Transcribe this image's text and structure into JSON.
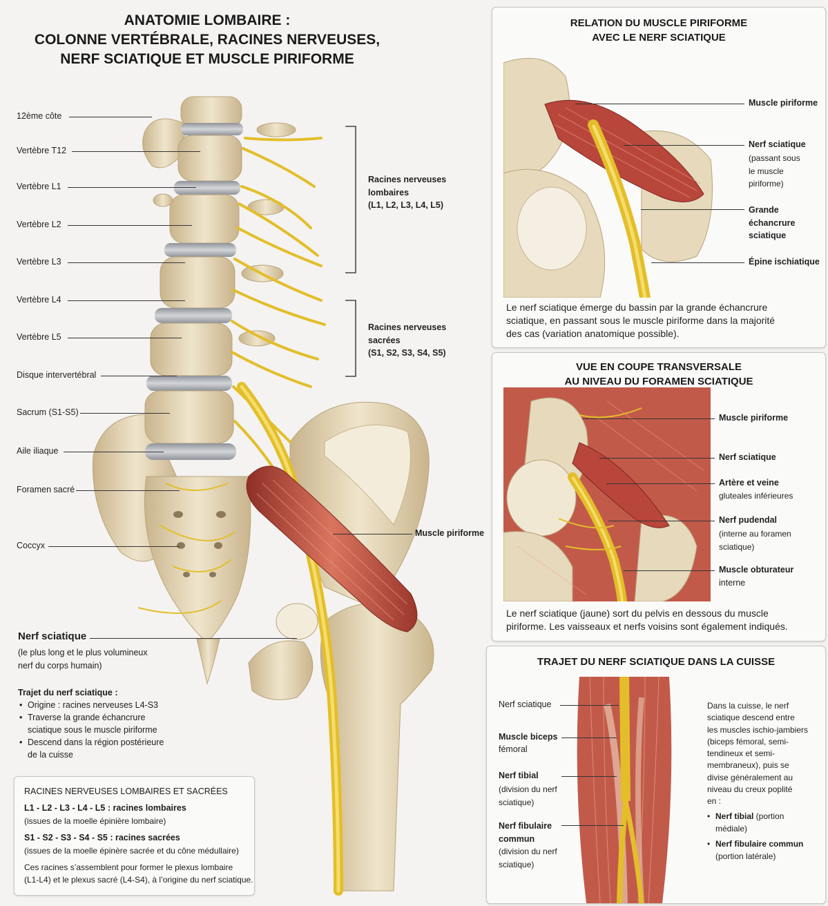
{
  "title": {
    "line1": "ANATOMIE LOMBAIRE :",
    "line2": "COLONNE VERTÉBRALE, RACINES NERVEUSES,",
    "line3": "NERF SCIATIQUE ET MUSCLE PIRIFORME"
  },
  "main_labels": {
    "rib12": "12ème côte",
    "t12": "Vertèbre T12",
    "l1": "Vertèbre L1",
    "l2": "Vertèbre L2",
    "l3": "Vertèbre L3",
    "l4": "Vertèbre L4",
    "l5": "Vertèbre L5",
    "disc": "Disque intervertébral",
    "sacrum": "Sacrum (S1-S5)",
    "iliac": "Aile iliaque",
    "foramen": "Foramen sacré",
    "coccyx": "Coccyx",
    "piriformis": "Muscle piriforme",
    "lumbar_roots": {
      "l1": "Racines nerveuses",
      "l2": "lombaires",
      "l3": "(L1, L2, L3, L4, L5)"
    },
    "sacral_roots": {
      "l1": "Racines nerveuses",
      "l2": "sacrées",
      "l3": "(S1, S2, S3, S4, S5)"
    }
  },
  "sciatic_note": {
    "title": "Nerf sciatique",
    "sub1": "(le plus long et le plus volumineux",
    "sub2": "nerf du corps humain)",
    "path_title": "Trajet du nerf sciatique :",
    "bullets": [
      "Origine : racines nerveuses L4-S3",
      "Traverse la grande échancrure",
      "sciatique sous le muscle piriforme",
      "Descend dans la région postérieure",
      "de la cuisse"
    ]
  },
  "roots_box": {
    "heading": "RACINES NERVEUSES LOMBAIRES ET SACRÉES",
    "lumbar_title": "L1 - L2 - L3 - L4 - L5 : racines lombaires",
    "lumbar_sub": "(issues de la moelle épinière lombaire)",
    "sacral_title": "S1 - S2 - S3 - S4 - S5 : racines sacrées",
    "sacral_sub": "(issues de la moelle épinère sacrée et du cône médullaire)",
    "note1": "Ces racines s’assemblent pour former le plexus lombaire",
    "note2": "(L1-L4) et le plexus sacré (L4-S4), à l’origine du nerf sciatique."
  },
  "panel1": {
    "title1": "RELATION DU MUSCLE PIRIFORME",
    "title2": "AVEC LE NERF SCIATIQUE",
    "labels": {
      "piriformis": "Muscle piriforme",
      "sciatic": "Nerf sciatique",
      "sciatic_sub": "(passant sous\nle muscle\npiriforme)",
      "notch": "Grande\néchancrure\nsciatique",
      "spine": "Épine ischiatique"
    },
    "desc1": "Le nerf sciatique émerge du bassin par la grande échancrure",
    "desc2": "sciatique, en passant sous le muscle piriforme dans la majorité",
    "desc3": "des cas (variation anatomique possible)."
  },
  "panel2": {
    "title1": "VUE EN COUPE TRANSVERSALE",
    "title2": "AU NIVEAU DU FORAMEN SCIATIQUE",
    "labels": {
      "piriformis": "Muscle piriforme",
      "sciatic": "Nerf sciatique",
      "artery": "Artère et veine",
      "artery_sub": "gluteales inférieures",
      "pudendal": "Nerf pudendal",
      "pudendal_sub": "(interne au foramen\nsciatique)",
      "obturator": "Muscle obturateur",
      "obturator_sub": "interne"
    },
    "desc1": "Le nerf sciatique (jaune) sort du pelvis en dessous du muscle",
    "desc2": "piriforme. Les vaisseaux et nerfs voisins sont également indiqués."
  },
  "panel3": {
    "title": "TRAJET DU NERF SCIATIQUE DANS LA CUISSE",
    "labels": {
      "sciatic": "Nerf sciatique",
      "biceps": "Muscle biceps",
      "biceps_sub": "fémoral",
      "tibial": "Nerf tibial",
      "tibial_sub": "(division du nerf\nsciatique)",
      "fibular": "Nerf fibulaire\ncommun",
      "fibular_sub": "(division du nerf\nsciatique)"
    },
    "desc": "Dans la cuisse, le nerf\nsciatique descend entre\nles muscles ischio-jambiers\n(biceps fémoral, semi-\ntendineux et semi-\nmembraneux), puis se\ndivise généralement au\nniveau du creux poplité\nen :",
    "bullet1_b": "Nerf tibial",
    "bullet1_r": " (portion\nmédiale)",
    "bullet2_b": "Nerf fibulaire commun",
    "bullet2_r": "\n(portion latérale)"
  },
  "colors": {
    "bone": "#e6d9bc",
    "bone_shade": "#c9b48c",
    "disc": "#a9acb0",
    "nerve": "#e3be2a",
    "muscle": "#b8463a",
    "muscle_light": "#d9745e"
  }
}
